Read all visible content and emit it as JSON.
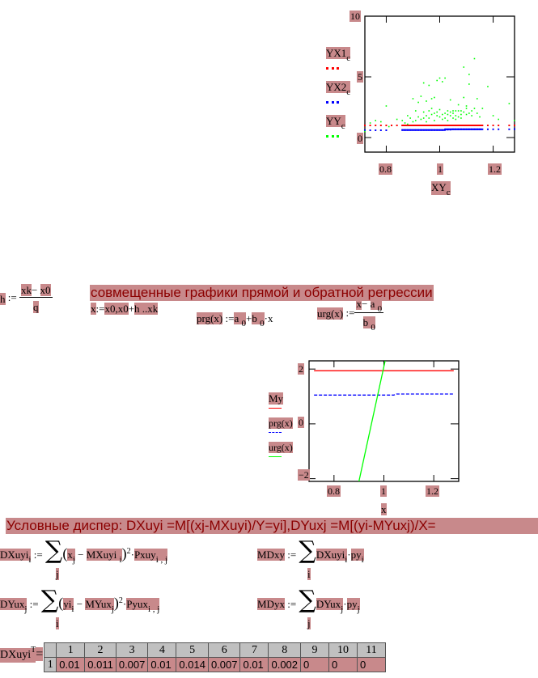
{
  "chart1": {
    "legend": [
      {
        "label": "YX1",
        "sub": "c",
        "color": "#ff0000",
        "style": "dotted"
      },
      {
        "label": "YX2",
        "sub": "c",
        "color": "#0000ff",
        "style": "dotted"
      },
      {
        "label": "YY",
        "sub": "c",
        "color": "#00ff00",
        "style": "dotted"
      }
    ],
    "xlabel": "XY",
    "xlabel_sub": "c",
    "yticks": [
      "10",
      "5",
      "0"
    ],
    "xticks": [
      "0.8",
      "1",
      "1.2"
    ]
  },
  "chart2": {
    "legend": [
      {
        "label": "My",
        "color": "#ff0000",
        "style": "solid"
      },
      {
        "label": "prg(x)",
        "color": "#0000ff",
        "style": "dashed"
      },
      {
        "label": "urg(x)",
        "color": "#00ff00",
        "style": "solid"
      }
    ],
    "xlabel": "x",
    "yticks": [
      "2",
      "0",
      "−2"
    ],
    "xticks": [
      "0.8",
      "1",
      "1.2"
    ]
  },
  "chart_data": [
    {
      "type": "scatter",
      "title": "",
      "xlabel": "XY_c",
      "ylabel": "",
      "xlim": [
        0.72,
        1.28
      ],
      "ylim": [
        -1.2,
        10
      ],
      "xticks": [
        0.8,
        1,
        1.2
      ],
      "yticks": [
        0,
        5,
        10
      ],
      "grid": false,
      "legend_position": "left",
      "series": [
        {
          "name": "YX1_c",
          "color": "#ff0000",
          "marker": "dot",
          "points_y_constant": 1.0,
          "x": [
            0.72,
            0.74,
            0.76,
            0.78,
            0.8,
            0.82,
            0.84,
            0.86,
            0.87,
            0.88,
            0.89,
            0.9,
            0.91,
            0.92,
            0.93,
            0.94,
            0.95,
            0.96,
            0.97,
            0.98,
            0.99,
            1.0,
            1.01,
            1.02,
            1.03,
            1.04,
            1.05,
            1.06,
            1.07,
            1.08,
            1.09,
            1.1,
            1.11,
            1.12,
            1.13,
            1.14,
            1.15,
            1.16,
            1.18,
            1.2,
            1.22,
            1.26,
            1.28
          ]
        },
        {
          "name": "YX2_c",
          "color": "#0000ff",
          "marker": "dot",
          "x": [
            0.72,
            0.74,
            0.76,
            0.78,
            0.8,
            0.86,
            0.87,
            0.88,
            0.89,
            0.9,
            0.91,
            0.92,
            0.93,
            0.94,
            0.95,
            0.96,
            0.97,
            0.98,
            0.99,
            1.0,
            1.01,
            1.02,
            1.03,
            1.04,
            1.05,
            1.06,
            1.07,
            1.08,
            1.09,
            1.1,
            1.11,
            1.12,
            1.13,
            1.14,
            1.15,
            1.16,
            1.18,
            1.2,
            1.22,
            1.26,
            1.28
          ],
          "y": [
            0.6,
            0.6,
            0.6,
            0.6,
            0.6,
            0.62,
            0.62,
            0.62,
            0.62,
            0.62,
            0.62,
            0.62,
            0.62,
            0.62,
            0.62,
            0.62,
            0.62,
            0.62,
            0.62,
            0.62,
            0.62,
            0.62,
            0.65,
            0.65,
            0.68,
            0.68,
            0.68,
            0.68,
            0.68,
            0.68,
            0.68,
            0.68,
            0.68,
            0.68,
            0.68,
            0.68,
            0.68,
            0.68,
            0.68,
            0.68,
            0.7
          ]
        },
        {
          "name": "YY_c",
          "color": "#00ff00",
          "marker": "dot",
          "x": [
            0.72,
            0.74,
            0.76,
            0.78,
            0.8,
            0.81,
            0.84,
            0.86,
            0.87,
            0.88,
            0.88,
            0.89,
            0.9,
            0.9,
            0.91,
            0.91,
            0.92,
            0.92,
            0.93,
            0.93,
            0.94,
            0.94,
            0.94,
            0.95,
            0.95,
            0.95,
            0.96,
            0.96,
            0.96,
            0.97,
            0.97,
            0.97,
            0.98,
            0.98,
            0.98,
            0.99,
            0.99,
            0.99,
            1.0,
            1.0,
            1.0,
            1.01,
            1.01,
            1.01,
            1.02,
            1.02,
            1.02,
            1.03,
            1.03,
            1.03,
            1.04,
            1.04,
            1.04,
            1.05,
            1.05,
            1.05,
            1.06,
            1.06,
            1.06,
            1.07,
            1.07,
            1.07,
            1.08,
            1.08,
            1.08,
            1.09,
            1.09,
            1.09,
            1.1,
            1.1,
            1.1,
            1.11,
            1.11,
            1.11,
            1.12,
            1.12,
            1.13,
            1.13,
            1.14,
            1.14,
            1.15,
            1.16,
            1.18,
            1.2,
            1.22,
            1.26,
            1.28
          ],
          "y": [
            0.5,
            1.2,
            1.4,
            1.3,
            2.6,
            0.9,
            1.5,
            1.4,
            1.2,
            1.8,
            1.1,
            1.6,
            3.2,
            1.3,
            2.2,
            1.4,
            2.9,
            1.7,
            3.4,
            1.5,
            2.1,
            4.5,
            1.6,
            1.8,
            3.0,
            1.3,
            4.3,
            2.2,
            1.6,
            2.4,
            1.9,
            3.2,
            1.4,
            2.0,
            3.3,
            4.7,
            1.8,
            2.1,
            4.9,
            1.7,
            2.3,
            4.6,
            1.9,
            1.5,
            2.0,
            4.9,
            1.6,
            2.2,
            1.9,
            1.4,
            2.1,
            3.1,
            1.8,
            2.2,
            1.6,
            2.0,
            2.2,
            1.8,
            1.5,
            2.2,
            2.7,
            1.7,
            2.2,
            1.9,
            1.6,
            5.8,
            2.1,
            3.3,
            2.6,
            1.9,
            2.4,
            5.2,
            2.0,
            4.4,
            2.2,
            1.8,
            6.5,
            2.4,
            3.2,
            2.0,
            1.7,
            2.4,
            4.2,
            1.8,
            1.5,
            2.8,
            1.4
          ]
        }
      ]
    },
    {
      "type": "line",
      "title": "",
      "xlabel": "x",
      "ylabel": "",
      "xlim": [
        0.7,
        1.3
      ],
      "ylim": [
        -2.1,
        2.3
      ],
      "xticks": [
        0.8,
        1,
        1.2
      ],
      "yticks": [
        -2,
        0,
        2
      ],
      "grid": false,
      "legend_position": "left",
      "series": [
        {
          "name": "My",
          "color": "#ff0000",
          "style": "solid",
          "x": [
            0.72,
            1.28
          ],
          "y": [
            1.94,
            1.94
          ]
        },
        {
          "name": "prg(x)",
          "color": "#0000ff",
          "style": "dashed",
          "x": [
            0.72,
            0.97,
            1.0,
            1.04,
            1.05,
            1.28
          ],
          "y": [
            1.05,
            1.05,
            1.05,
            1.05,
            1.09,
            1.09
          ]
        },
        {
          "name": "urg(x)",
          "color": "#00ff00",
          "style": "solid",
          "x": [
            0.9,
            1.005
          ],
          "y": [
            -2.1,
            2.3
          ]
        }
      ]
    }
  ],
  "formulas": {
    "h_def": {
      "lhs": "h",
      "op": ":=",
      "num_a": "xk",
      "num_minus": "−",
      "num_b": "x0",
      "den": "q"
    },
    "x_def": {
      "lhs": "x",
      "op": ":=",
      "rhs_a": "x0",
      "rhs_sep": ",",
      "rhs_b": "x0",
      "rhs_plus": "+",
      "rhs_c": "h",
      "rhs_range": "..",
      "rhs_d": "xk"
    },
    "prg_def": {
      "lhs": "prg(x)",
      "op": ":=",
      "a": "a",
      "a_sub": "0",
      "plus": "+",
      "b": "b",
      "b_sub": "0",
      "dot": "·",
      "x": "x"
    },
    "urg_def": {
      "lhs": "urg(x)",
      "op": ":=",
      "num_x": "x",
      "num_minus": "−",
      "num_a": "a",
      "num_a_sub": "0",
      "den_b": "b",
      "den_b_sub": "0"
    },
    "dxuyi_def": {
      "lhs": "DXuyi",
      "lhs_sub": "i",
      "op": ":=",
      "sum_idx": "j",
      "x": "x",
      "x_sub": "j",
      "minus": "−",
      "m": "MXuyi",
      "m_sub": "i",
      "pow": "2",
      "p": "Pxuy",
      "p_sub": "i , j"
    },
    "dyuxj_def": {
      "lhs": "DYux",
      "lhs_sub": "j",
      "op": ":=",
      "sum_idx": "i",
      "y": "yi",
      "y_sub": "i",
      "minus": "−",
      "m": "MYux",
      "m_sub": "j",
      "pow": "2",
      "p": "Pyux",
      "p_sub": "i , j"
    },
    "mdxy_def": {
      "lhs": "MDxy",
      "op": ":=",
      "sum_idx": "i",
      "d": "DXuyi",
      "d_sub": "i",
      "p": "py",
      "p_sub": "i"
    },
    "mdyx_def": {
      "lhs": "MDyx",
      "op": ":=",
      "sum_idx": "j",
      "d": "DYux",
      "d_sub": "j",
      "p": "py",
      "p_sub": "j"
    }
  },
  "titles": {
    "combined_graphs": "совмещенные графики прямой и обратной регрессии",
    "conditional_variances": "Условные диспер: DXuyi =M[(xj-MXuyi)/Y=yi],DYuxj =M[(yi-MYuxj)/X="
  },
  "matrix": {
    "lhs": "DXuyi",
    "sup": "T",
    "eq": "=",
    "col_headers": [
      "1",
      "2",
      "3",
      "4",
      "5",
      "6",
      "7",
      "8",
      "9",
      "10",
      "11"
    ],
    "row_header": "1",
    "values": [
      "0.01",
      "0.011",
      "0.007",
      "0.01",
      "0.014",
      "0.007",
      "0.01",
      "0.002",
      "0",
      "0",
      "0"
    ]
  }
}
